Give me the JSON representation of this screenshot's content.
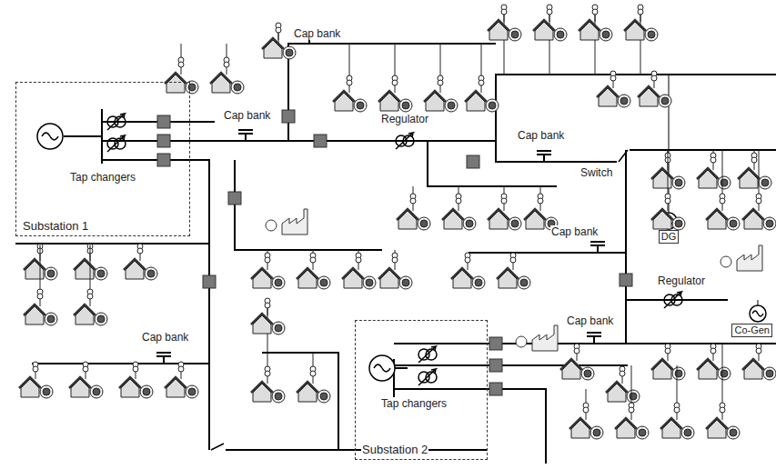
{
  "diagram": {
    "nodes": [
      {
        "text": [
          "Substation 1"
        ]
      },
      {
        "text": [
          "DG"
        ]
      },
      {
        "text": [
          "Co-Gen"
        ]
      },
      {
        "text": [
          "Substation 2"
        ]
      }
    ],
    "labels": [
      "Cap bank",
      "Cap bank",
      "Tap changers",
      "Regulator",
      "Cap bank",
      "Switch",
      "Cap bank",
      "Regulator",
      "Cap bank",
      "Cap bank",
      "Tap changers"
    ]
  }
}
